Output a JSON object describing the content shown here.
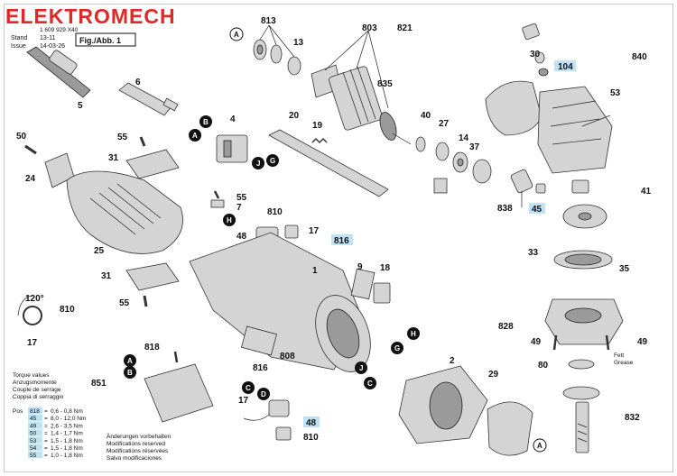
{
  "brand": "ELEKTROMECH",
  "header": {
    "stand_label": "Stand",
    "issue_label": "Issue",
    "stand_value": "13-11",
    "issue_value": "14-03-26",
    "doc_number": "1 609 929 X40",
    "figure_label": "Fig./Abb. 1"
  },
  "part_numbers": {
    "p813": "813",
    "p803": "803",
    "p821": "821",
    "p840": "840",
    "p13": "13",
    "p30": "30",
    "p104": "104",
    "p835": "835",
    "p53": "53",
    "p6": "6",
    "p40": "40",
    "p27": "27",
    "p14": "14",
    "p37": "37",
    "p5": "5",
    "p4": "4",
    "p20": "20",
    "p19": "19",
    "p50": "50",
    "p55": "55",
    "p31": "31",
    "p24": "24",
    "p41": "41",
    "p838": "838",
    "p45": "45",
    "p7": "7",
    "p810": "810",
    "p48": "48",
    "p816": "816",
    "p25": "25",
    "p33": "33",
    "p35": "35",
    "p9": "9",
    "p18": "18",
    "p1": "1",
    "p828": "828",
    "p49": "49",
    "p808": "808",
    "p818": "818",
    "p851": "851",
    "p80": "80",
    "p2": "2",
    "p29": "29",
    "p832": "832",
    "p17": "17",
    "angle": "120°"
  },
  "letters": {
    "A": "A",
    "B": "B",
    "C": "C",
    "D": "D",
    "G": "G",
    "H": "H",
    "J": "J"
  },
  "grease": {
    "line1": "Fett",
    "line2": "Grease"
  },
  "torque": {
    "title_lines": [
      "Torque values",
      "Anzugsmomente",
      "Couple de serrage",
      "Coppia di serraggio"
    ],
    "pos_label": "Pos",
    "rows": [
      {
        "pos": "818",
        "value": "0,6 - 0,8 Nm"
      },
      {
        "pos": "45",
        "value": "8,0 - 12,0 Nm"
      },
      {
        "pos": "49",
        "value": "2,6 - 3,5 Nm"
      },
      {
        "pos": "50",
        "value": "1,4 - 1,7 Nm"
      },
      {
        "pos": "53",
        "value": "1,5 - 1,8 Nm"
      },
      {
        "pos": "54",
        "value": "1,5 - 1,8 Nm"
      },
      {
        "pos": "55",
        "value": "1,0 - 1,8 Nm"
      }
    ]
  },
  "notice": {
    "lines": [
      "Änderungen vorbehalten",
      "Modifications reserved",
      "Modifications réservées",
      "Salvo modificaciones"
    ]
  },
  "colors": {
    "brand": "#e02828",
    "highlight": "#bfe3f5"
  }
}
